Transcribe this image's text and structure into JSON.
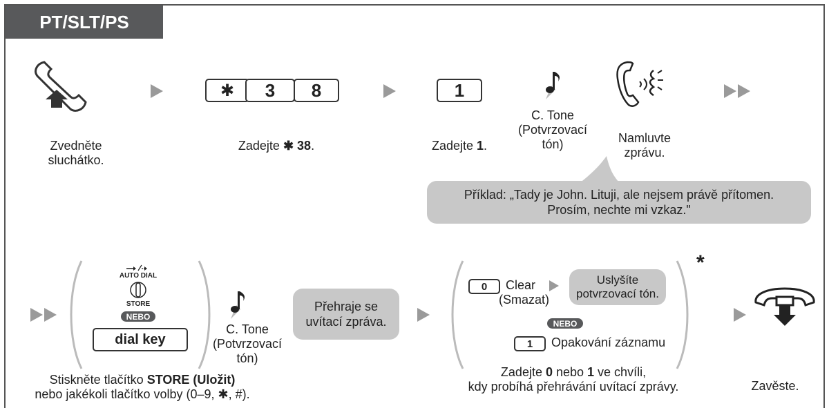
{
  "header": {
    "tab_label": "PT/SLT/PS"
  },
  "steps": {
    "lift": {
      "caption_line1": "Zvedněte",
      "caption_line2": "sluchátko."
    },
    "dial": {
      "keys": [
        "✱",
        "3",
        "8"
      ],
      "caption_prefix": "Zadejte ",
      "caption_star": "✱",
      "caption_code": " 38",
      "caption_suffix": "."
    },
    "enter1": {
      "key": "1",
      "caption_prefix": "Zadejte ",
      "caption_bold": "1",
      "caption_suffix": "."
    },
    "ctone1": {
      "line1": "C. Tone",
      "line2": "(Potvrzovací",
      "line3": "tón)"
    },
    "speak": {
      "line1": "Namluvte",
      "line2": "zprávu."
    },
    "example": {
      "line1": "Příklad: „Tady je John. Lituji, ale nejsem právě přítomen.",
      "line2": "Prosím, nechte mi vzkaz.\""
    },
    "store": {
      "auto_dial": "AUTO DIAL",
      "store_label": "STORE",
      "or_label": "NEBO",
      "dial_key": "dial key",
      "caption_prefix": "Stiskněte tlačítko ",
      "caption_bold": "STORE (Uložit)",
      "caption_line2": "nebo jakékoli tlačítko volby (0–9, ✱, #)."
    },
    "ctone2": {
      "line1": "C. Tone",
      "line2": "(Potvrzovací",
      "line3": "tón)"
    },
    "greeting": {
      "line1": "Přehraje se",
      "line2": "uvítací zpráva."
    },
    "options": {
      "key0": "0",
      "clear_label": "Clear",
      "clear_sub": "(Smazat)",
      "hear_line1": "Uslyšíte",
      "hear_line2": "potvrzovací tón.",
      "or_label": "NEBO",
      "key1": "1",
      "repeat_label": "Opakování záznamu",
      "asterisk": "*",
      "caption_prefix": "Zadejte ",
      "caption_b0": "0",
      "caption_mid": " nebo ",
      "caption_b1": "1",
      "caption_suffix": " ve chvíli,",
      "caption_line2": "kdy probíhá přehrávání uvítací zprávy."
    },
    "hangup": {
      "caption": "Zavěste."
    }
  },
  "colors": {
    "tab_bg": "#58595b",
    "bubble_bg": "#c8c8c8",
    "arrow": "#9a9a9a",
    "frame": "#555555"
  },
  "icons": [
    "handset-lift-icon",
    "next-arrow-icon",
    "double-arrow-icon",
    "music-note-icon",
    "speaking-handset-icon",
    "handset-hangup-icon",
    "store-knob-icon"
  ]
}
